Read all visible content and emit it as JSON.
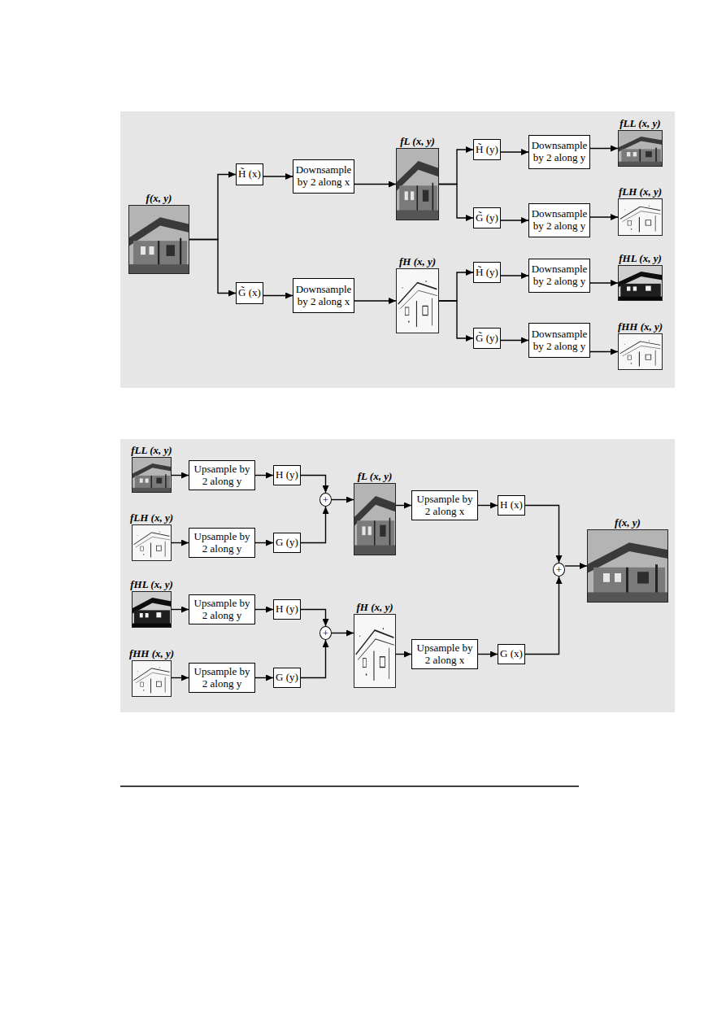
{
  "diagram": {
    "nodes": [
      {
        "text": [
          "f(x, y)"
        ]
      },
      {
        "text": [
          "H̃ (x)"
        ]
      },
      {
        "text": [
          "Downsample by 2 along x"
        ]
      },
      {
        "text": [
          "G̃ (x)"
        ]
      },
      {
        "text": [
          "Downsample by 2 along x"
        ]
      },
      {
        "text": [
          "fL (x, y)"
        ]
      },
      {
        "text": [
          "fH (x, y)"
        ]
      },
      {
        "text": [
          "H̃ (y)"
        ]
      },
      {
        "text": [
          "Downsample by 2 along y"
        ]
      },
      {
        "text": [
          "G̃ (y)"
        ]
      },
      {
        "text": [
          "Downsample by 2 along y"
        ]
      },
      {
        "text": [
          "H̃ (y)"
        ]
      },
      {
        "text": [
          "Downsample by 2 along y"
        ]
      },
      {
        "text": [
          "G̃ (y)"
        ]
      },
      {
        "text": [
          "Downsample by 2 along y"
        ]
      },
      {
        "text": [
          "fLL (x, y)"
        ]
      },
      {
        "text": [
          "fLH (x, y)"
        ]
      },
      {
        "text": [
          "fHL (x, y)"
        ]
      },
      {
        "text": [
          "fHH (x, y)"
        ]
      },
      {
        "text": [
          "fLL (x, y)"
        ]
      },
      {
        "text": [
          "Upsample by 2 along y"
        ]
      },
      {
        "text": [
          "H (y)"
        ]
      },
      {
        "text": [
          "fLH (x, y)"
        ]
      },
      {
        "text": [
          "Upsample by 2 along y"
        ]
      },
      {
        "text": [
          "G (y)"
        ]
      },
      {
        "text": [
          "+"
        ]
      },
      {
        "text": [
          "fL (x, y)"
        ]
      },
      {
        "text": [
          "Upsample by 2 along x"
        ]
      },
      {
        "text": [
          "H (x)"
        ]
      },
      {
        "text": [
          "fHL (x, y)"
        ]
      },
      {
        "text": [
          "Upsample by 2 along y"
        ]
      },
      {
        "text": [
          "H (y)"
        ]
      },
      {
        "text": [
          "fHH (x, y)"
        ]
      },
      {
        "text": [
          "Upsample by 2 along y"
        ]
      },
      {
        "text": [
          "G (y)"
        ]
      },
      {
        "text": [
          "+"
        ]
      },
      {
        "text": [
          "fH (x, y)"
        ]
      },
      {
        "text": [
          "Upsample by 2 along x"
        ]
      },
      {
        "text": [
          "G (x)"
        ]
      },
      {
        "text": [
          "+"
        ]
      },
      {
        "text": [
          "f(x, y)"
        ]
      }
    ],
    "edges": [
      {
        "from": 0,
        "to": 1,
        "arrow": "to"
      },
      {
        "from": 0,
        "to": 3,
        "arrow": "to"
      },
      {
        "from": 1,
        "to": 2,
        "arrow": "to"
      },
      {
        "from": 3,
        "to": 4,
        "arrow": "to"
      },
      {
        "from": 2,
        "to": 5,
        "arrow": "to"
      },
      {
        "from": 4,
        "to": 6,
        "arrow": "to"
      },
      {
        "from": 5,
        "to": 7,
        "arrow": "to"
      },
      {
        "from": 5,
        "to": 9,
        "arrow": "to"
      },
      {
        "from": 7,
        "to": 8,
        "arrow": "to"
      },
      {
        "from": 9,
        "to": 10,
        "arrow": "to"
      },
      {
        "from": 8,
        "to": 15,
        "arrow": "to"
      },
      {
        "from": 10,
        "to": 16,
        "arrow": "to"
      },
      {
        "from": 6,
        "to": 11,
        "arrow": "to"
      },
      {
        "from": 6,
        "to": 13,
        "arrow": "to"
      },
      {
        "from": 11,
        "to": 12,
        "arrow": "to"
      },
      {
        "from": 13,
        "to": 14,
        "arrow": "to"
      },
      {
        "from": 12,
        "to": 17,
        "arrow": "to"
      },
      {
        "from": 14,
        "to": 18,
        "arrow": "to"
      },
      {
        "from": 19,
        "to": 20,
        "arrow": "to"
      },
      {
        "from": 20,
        "to": 21,
        "arrow": "to"
      },
      {
        "from": 21,
        "to": 25,
        "arrow": "to"
      },
      {
        "from": 22,
        "to": 23,
        "arrow": "to"
      },
      {
        "from": 23,
        "to": 24,
        "arrow": "to"
      },
      {
        "from": 24,
        "to": 25,
        "arrow": "to"
      },
      {
        "from": 25,
        "to": 26,
        "arrow": "to"
      },
      {
        "from": 26,
        "to": 27,
        "arrow": "to"
      },
      {
        "from": 27,
        "to": 28,
        "arrow": "to"
      },
      {
        "from": 28,
        "to": 39,
        "arrow": "to"
      },
      {
        "from": 29,
        "to": 30,
        "arrow": "to"
      },
      {
        "from": 30,
        "to": 31,
        "arrow": "to"
      },
      {
        "from": 31,
        "to": 35,
        "arrow": "to"
      },
      {
        "from": 32,
        "to": 33,
        "arrow": "to"
      },
      {
        "from": 33,
        "to": 34,
        "arrow": "to"
      },
      {
        "from": 34,
        "to": 35,
        "arrow": "to"
      },
      {
        "from": 35,
        "to": 36,
        "arrow": "to"
      },
      {
        "from": 36,
        "to": 37,
        "arrow": "to"
      },
      {
        "from": 37,
        "to": 38,
        "arrow": "to"
      },
      {
        "from": 38,
        "to": 39,
        "arrow": "to"
      },
      {
        "from": 39,
        "to": 40,
        "arrow": "to"
      }
    ]
  }
}
